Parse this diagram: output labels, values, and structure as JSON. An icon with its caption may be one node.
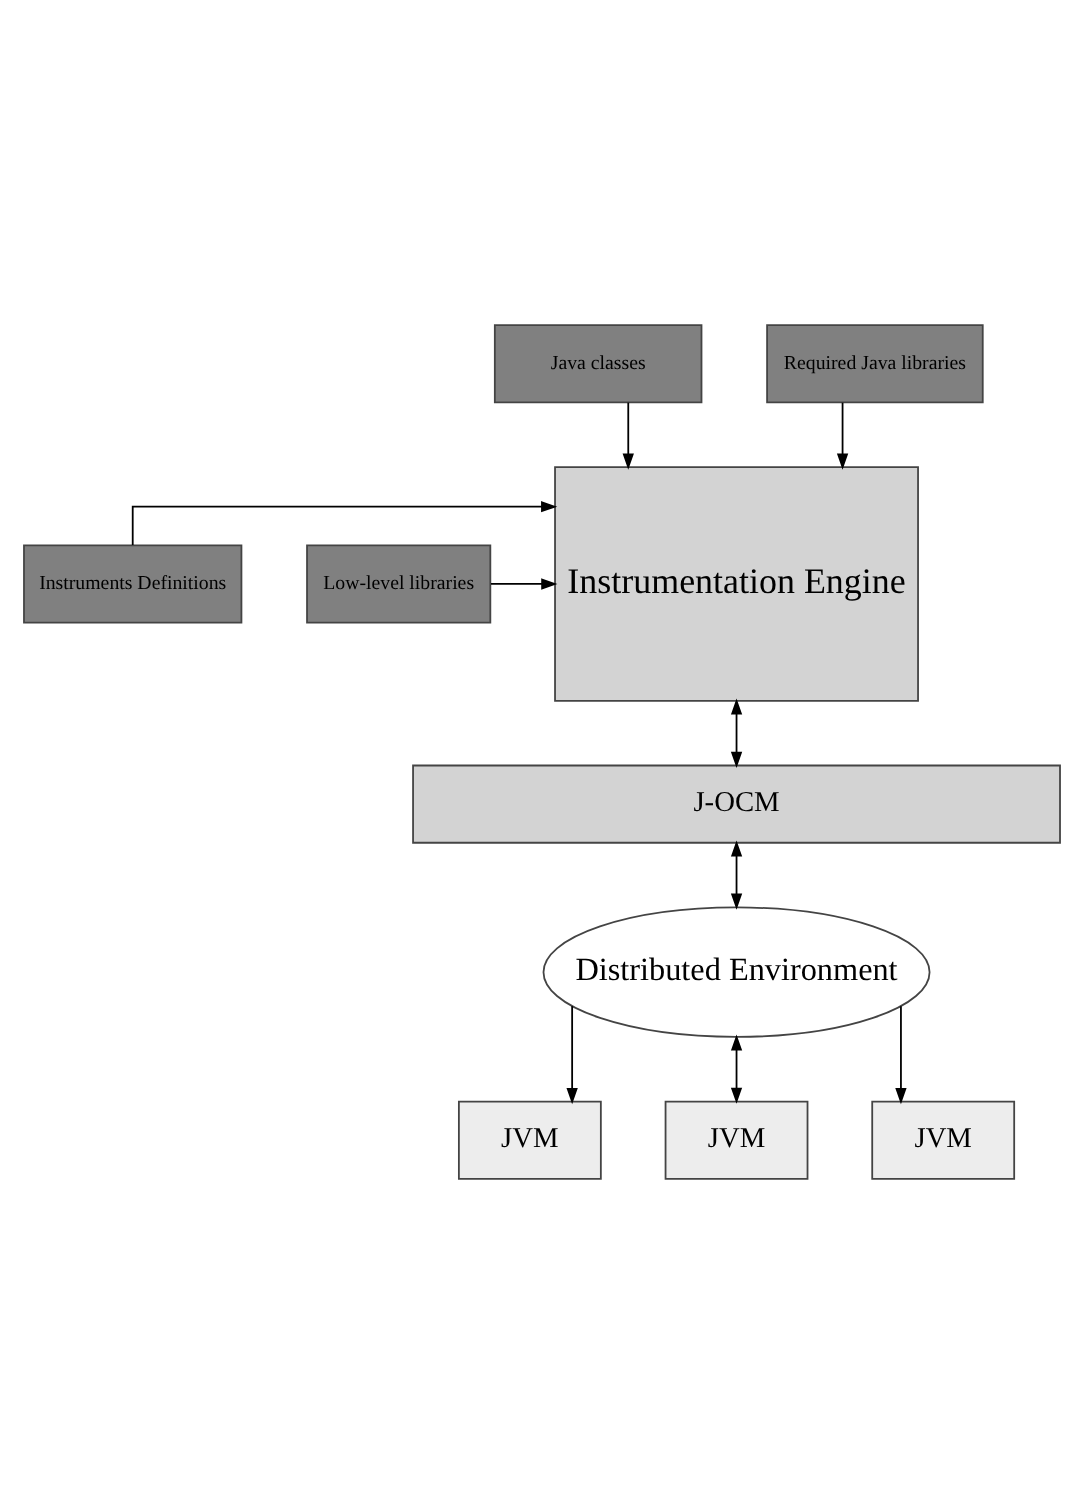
{
  "diagram": {
    "nodes": [
      {
        "text": [
          "Java classes"
        ]
      },
      {
        "text": [
          "Required Java libraries"
        ]
      },
      {
        "text": [
          "Instrumentation Engine"
        ]
      },
      {
        "text": [
          "Instruments Definitions"
        ]
      },
      {
        "text": [
          "Low-level libraries"
        ]
      },
      {
        "text": [
          "J-OCM"
        ]
      },
      {
        "text": [
          "Distributed Environment"
        ]
      },
      {
        "text": [
          "JVM"
        ]
      },
      {
        "text": [
          "JVM"
        ]
      },
      {
        "text": [
          "JVM"
        ]
      }
    ],
    "edges": [
      {
        "from": 0,
        "to": 2,
        "arrow": "to"
      },
      {
        "from": 1,
        "to": 2,
        "arrow": "to"
      },
      {
        "from": 3,
        "to": 2,
        "arrow": "to"
      },
      {
        "from": 4,
        "to": 2,
        "arrow": "to"
      },
      {
        "from": 2,
        "to": 5,
        "arrow": "both"
      },
      {
        "from": 5,
        "to": 6,
        "arrow": "both"
      },
      {
        "from": 6,
        "to": 7,
        "arrow": "to"
      },
      {
        "from": 6,
        "to": 8,
        "arrow": "both"
      },
      {
        "from": 6,
        "to": 9,
        "arrow": "to"
      }
    ]
  }
}
